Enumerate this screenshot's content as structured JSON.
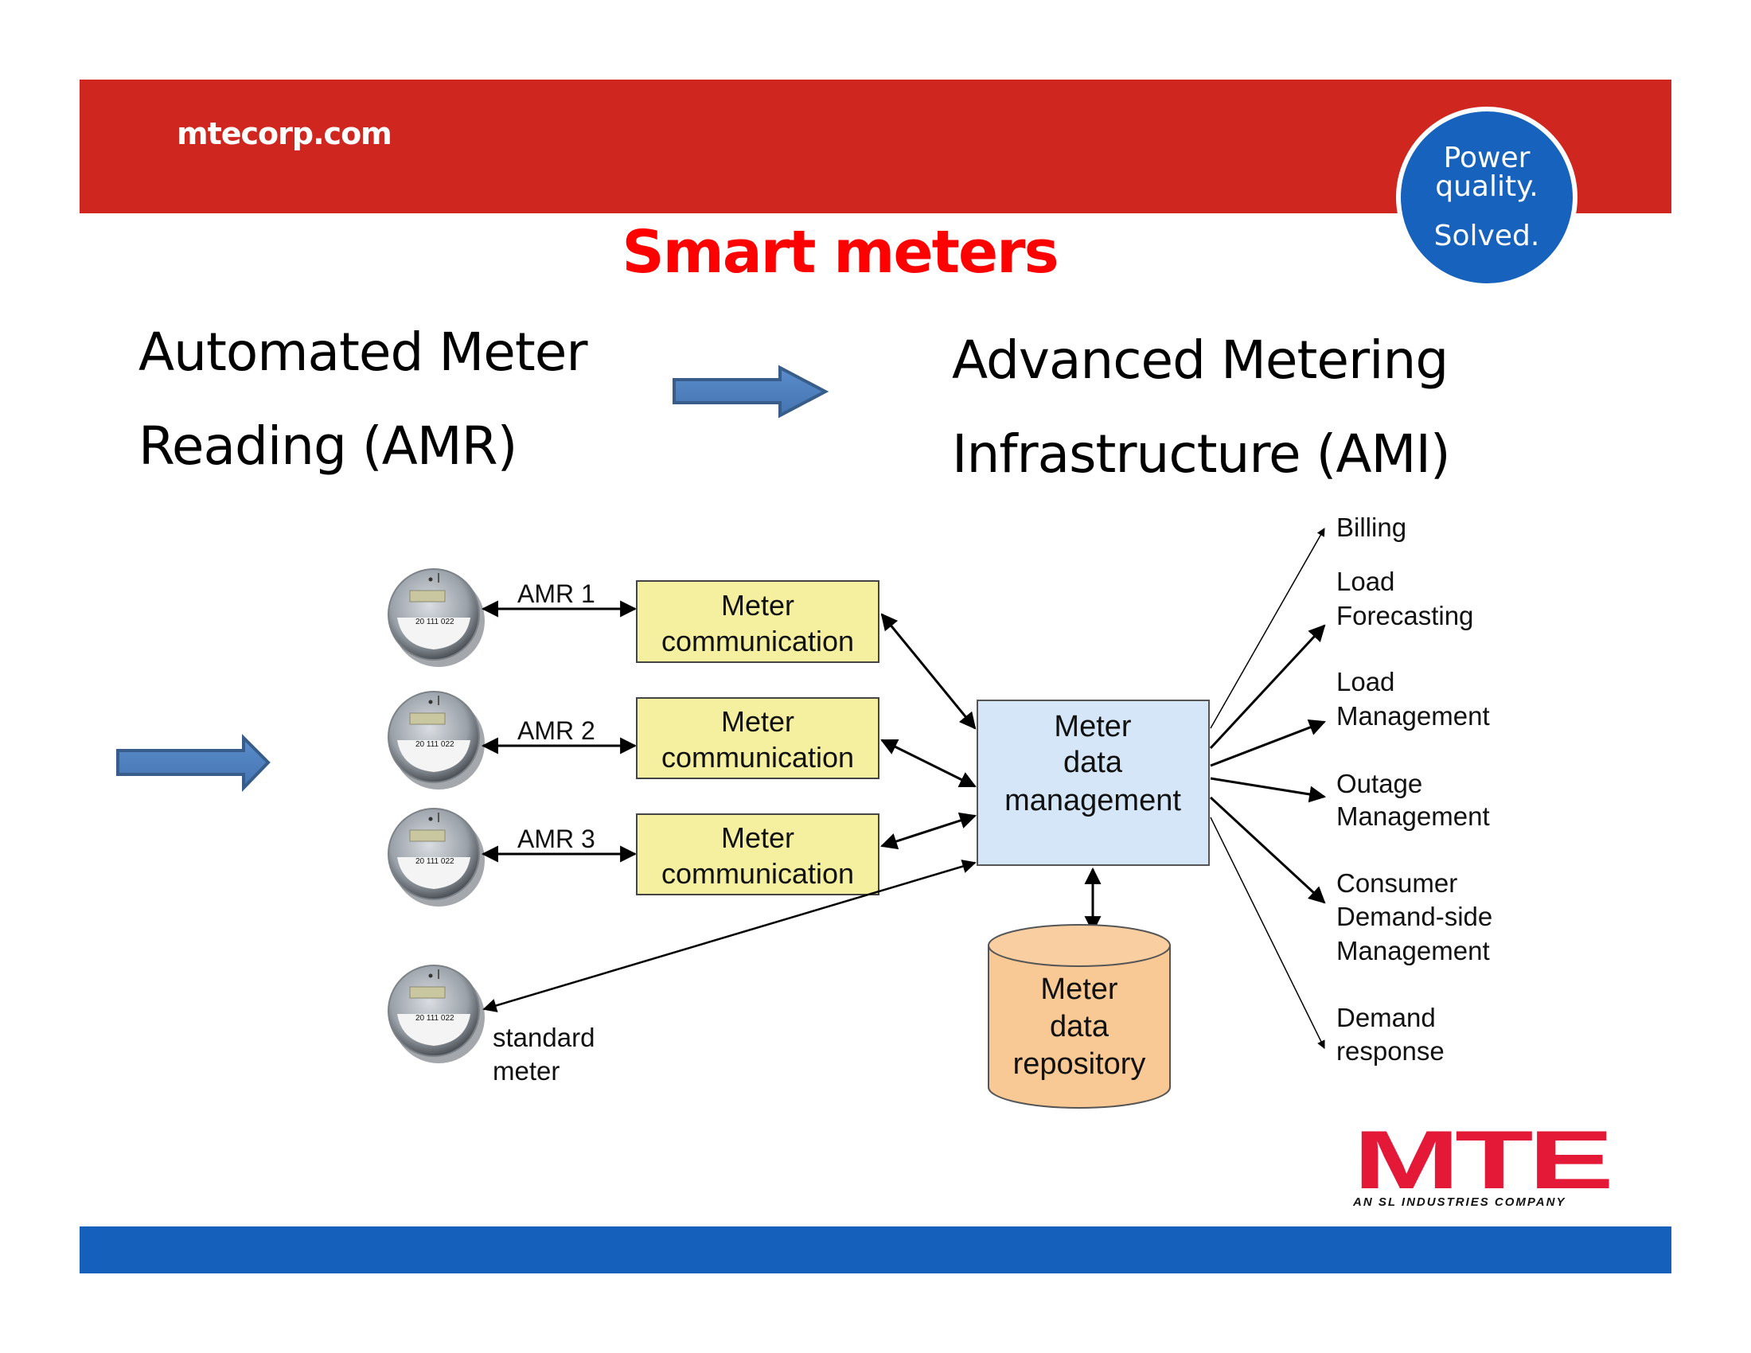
{
  "header": {
    "site": "mtecorp.com",
    "badge": [
      "Power",
      "quality.",
      "Solved."
    ],
    "title": "Smart meters"
  },
  "headings": {
    "amr": [
      "Automated Meter",
      "Reading (AMR)"
    ],
    "ami": [
      "Advanced Metering",
      "Infrastructure (AMI)"
    ]
  },
  "diagram": {
    "meters": [
      {
        "link_label": "AMR 1"
      },
      {
        "link_label": "AMR 2"
      },
      {
        "link_label": "AMR 3"
      },
      {
        "label": [
          "standard",
          "meter"
        ]
      }
    ],
    "meter_display_reading": "20 111 022",
    "comm_boxes": [
      [
        "Meter",
        "communication"
      ],
      [
        "Meter",
        "communication"
      ],
      [
        "Meter",
        "communication"
      ]
    ],
    "mdm": [
      "Meter",
      "data",
      "management"
    ],
    "repository": [
      "Meter",
      "data",
      "repository"
    ],
    "outputs": [
      [
        "Billing"
      ],
      [
        "Load",
        "Forecasting"
      ],
      [
        "Load",
        "Management"
      ],
      [
        "Outage",
        "Management"
      ],
      [
        "Consumer",
        "Demand-side",
        "Management"
      ],
      [
        "Demand",
        "response"
      ]
    ]
  },
  "colors": {
    "header_red": "#CF2620",
    "title_red": "#FF0000",
    "brand_blue": "#1460BA",
    "arrow_blue": "#4F81BD",
    "comm_box_fill": "#F5F0A0",
    "mdm_fill": "#D4E6F7",
    "repository_fill": "#F9C995",
    "logo_red": "#E31937"
  },
  "footer": {
    "logo": "MTE",
    "logo_sub": "AN SL INDUSTRIES COMPANY"
  }
}
